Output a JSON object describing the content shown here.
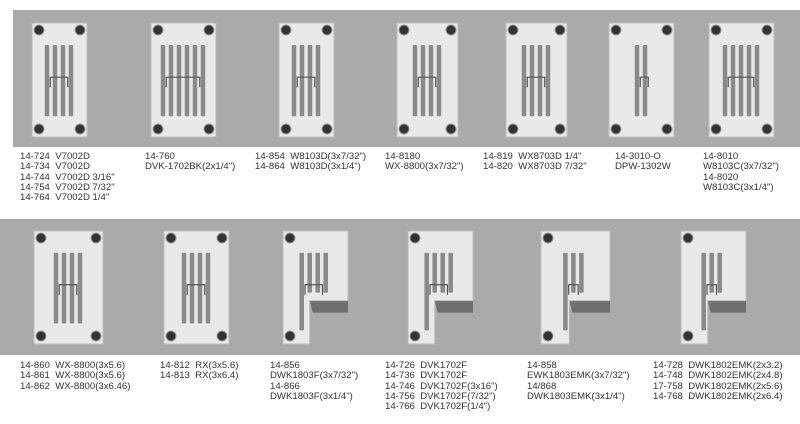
{
  "colors": {
    "band": "#aaaaaa",
    "plate": "#e8e8e8",
    "text": "#333333"
  },
  "rows": [
    {
      "products": [
        {
          "lines": [
            "14-724  V7002D",
            "14-734  V7002D",
            "14-744  V7002D 3/16\"",
            "14-754  V7002D 7/32\"",
            "14-764  V7002D 1/4\""
          ]
        },
        {
          "lines": [
            "14-760",
            "DVK-1702BK(2x1/4\")"
          ]
        },
        {
          "lines": [
            "14-854  W8103D(3x7/32\")",
            "14-864  W8103D(3x1/4\")"
          ]
        },
        {
          "lines": [
            "14-8180",
            "WX-8800(3x7/32\")"
          ]
        },
        {
          "lines": [
            "14-819  WX8703D 1/4\"",
            "14-820  WX8703D 7/32\""
          ]
        },
        {
          "lines": [
            "14-3010-O",
            "DPW-1302W"
          ]
        },
        {
          "lines": [
            "14-8010",
            "W8103C(3x7/32\")",
            "14-8020",
            "W8103C(3x1/4\")"
          ]
        }
      ]
    },
    {
      "products": [
        {
          "lines": [
            "14-860  WX-8800(3x5.6)",
            "14-861  WX-8800(3x5.6)",
            "14-862  WX-8800(3x6.46)"
          ]
        },
        {
          "lines": [
            "14-812  RX(3x5.6)",
            "14-813  RX(3x6.4)"
          ]
        },
        {
          "lines": [
            "14-856",
            "DWK1803F(3x7/32\")",
            "14-866",
            "DWK1803F(3x1/4\")"
          ]
        },
        {
          "lines": [
            "14-726  DVK1702F",
            "14-736  DVK1702F",
            "14-746  DVK1702F(3x16\")",
            "14-756  DVK1702F(7/32\")",
            "14-766  DVK1702F(1/4\")"
          ]
        },
        {
          "lines": [
            "14-858",
            "EWK1803EMK(3x7/32\")",
            "14/868",
            "DWK1803EMK(3x1/4\")"
          ]
        },
        {
          "lines": [
            "14-728  DWK1802EMK(2x3.2)",
            "14-748  DWK1802EMK(2x4.8)",
            "17-758  DWK1802EMK(2x5.6)",
            "14-768  DWK1802EMK(2x6.4)"
          ]
        }
      ]
    }
  ]
}
